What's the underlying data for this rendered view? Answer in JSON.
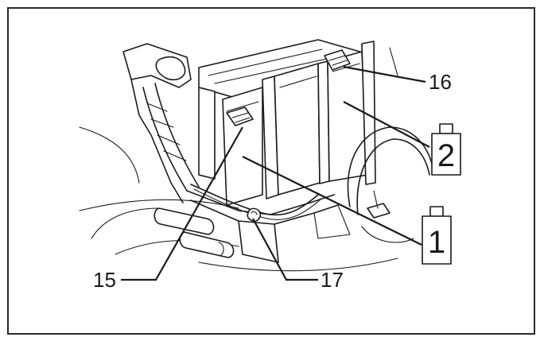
{
  "callouts": {
    "c15": "15",
    "c16": "16",
    "c17": "17"
  },
  "batteries": {
    "b1": "1",
    "b2": "2"
  }
}
